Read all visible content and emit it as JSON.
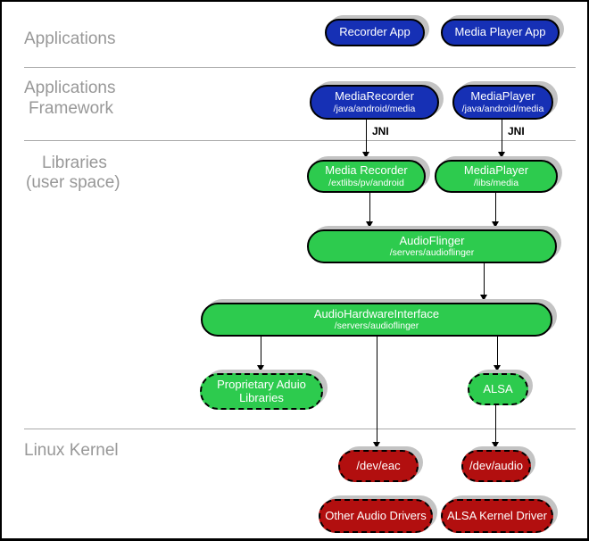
{
  "sections": {
    "applications": "Applications",
    "framework_line1": "Applications",
    "framework_line2": "Framework",
    "libraries_line1": "Libraries",
    "libraries_line2": "(user space)",
    "kernel": "Linux Kernel"
  },
  "nodes": {
    "recorder_app": {
      "label": "Recorder App"
    },
    "media_player_app": {
      "label": "Media Player App"
    },
    "media_recorder_fw": {
      "label": "MediaRecorder",
      "path": "/java/android/media"
    },
    "media_player_fw": {
      "label": "MediaPlayer",
      "path": "/java/android/media"
    },
    "media_recorder_lib": {
      "label": "Media Recorder",
      "path": "/extlibs/pv/android"
    },
    "media_player_lib": {
      "label": "MediaPlayer",
      "path": "/libs/media"
    },
    "audio_flinger": {
      "label": "AudioFlinger",
      "path": "/servers/audioflinger"
    },
    "audio_hw_interface": {
      "label": "AudioHardwareInterface",
      "path": "/servers/audioflinger"
    },
    "proprietary_libs": {
      "label_line1": "Proprietary Aduio",
      "label_line2": "Libraries"
    },
    "alsa": {
      "label": "ALSA"
    },
    "dev_eac": {
      "label": "/dev/eac"
    },
    "dev_audio": {
      "label": "/dev/audio"
    },
    "other_audio_drivers": {
      "label": "Other Audio Drivers"
    },
    "alsa_kernel_driver": {
      "label": "ALSA Kernel Driver"
    }
  },
  "edges": {
    "jni_left": "JNI",
    "jni_right": "JNI"
  },
  "colors": {
    "app_blue": "#1630b5",
    "lib_green": "#2dcb4e",
    "kernel_red": "#b20f0f",
    "shadow_gray": "#c3c3c3",
    "label_gray": "#989898"
  }
}
